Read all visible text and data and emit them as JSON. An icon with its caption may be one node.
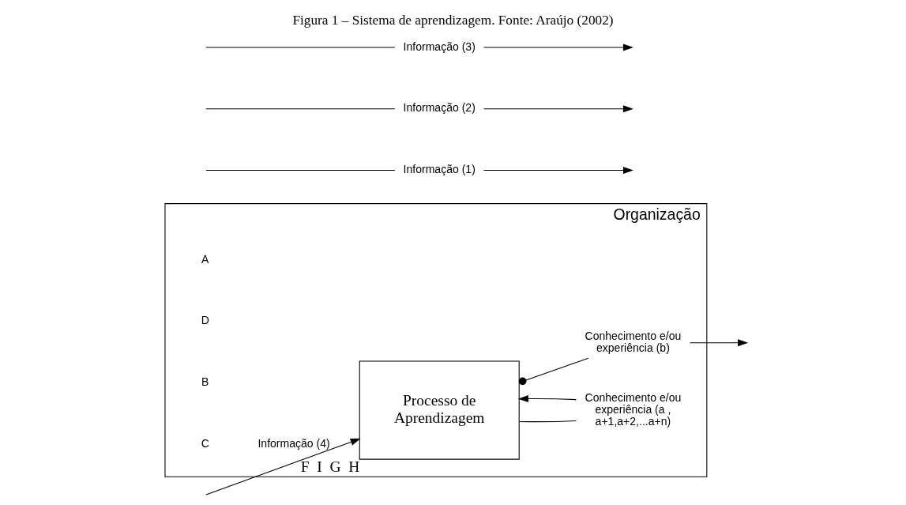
{
  "diagram": {
    "title": "Figura 1 – Sistema de aprendizagem. Fonte: Araújo (2002)",
    "nodes": [
      {
        "text": [
          "Organização"
        ],
        "beside": [
          "A",
          "D",
          "B",
          "C"
        ]
      },
      {
        "text": [
          "Processo de Aprendizagem"
        ],
        "in": 0,
        "beside": [
          "F",
          "I",
          "G",
          "H"
        ]
      },
      {
        "text": [
          "Conhecimento e/ou experiência (a , a+1,a+2,...a+n)"
        ],
        "in": 0
      },
      {
        "text": [
          "Conhecimento e/ou experiência (b)"
        ],
        "in": 0
      },
      {
        "text": [
          "Informação (1)"
        ]
      },
      {
        "text": [
          "Informação (2)"
        ]
      },
      {
        "text": [
          "Informação (3)"
        ]
      }
    ],
    "edges": [
      {
        "from": null,
        "to": 4,
        "arrow": "none"
      },
      {
        "from": 4,
        "to": null,
        "arrow": "to"
      },
      {
        "from": null,
        "to": 5,
        "arrow": "none"
      },
      {
        "from": 5,
        "to": null,
        "arrow": "to"
      },
      {
        "from": null,
        "to": 1,
        "arrow": "to",
        "label": "Informação (4)"
      },
      {
        "from": 1,
        "to": 3,
        "arrow": "other"
      },
      {
        "from": 3,
        "to": null,
        "arrow": "to"
      },
      {
        "from": 1,
        "to": 2,
        "arrow": "none"
      },
      {
        "from": 2,
        "to": 1,
        "arrow": "to"
      },
      {
        "from": null,
        "to": 6,
        "arrow": "none"
      },
      {
        "from": 6,
        "to": null,
        "arrow": "to"
      }
    ]
  }
}
